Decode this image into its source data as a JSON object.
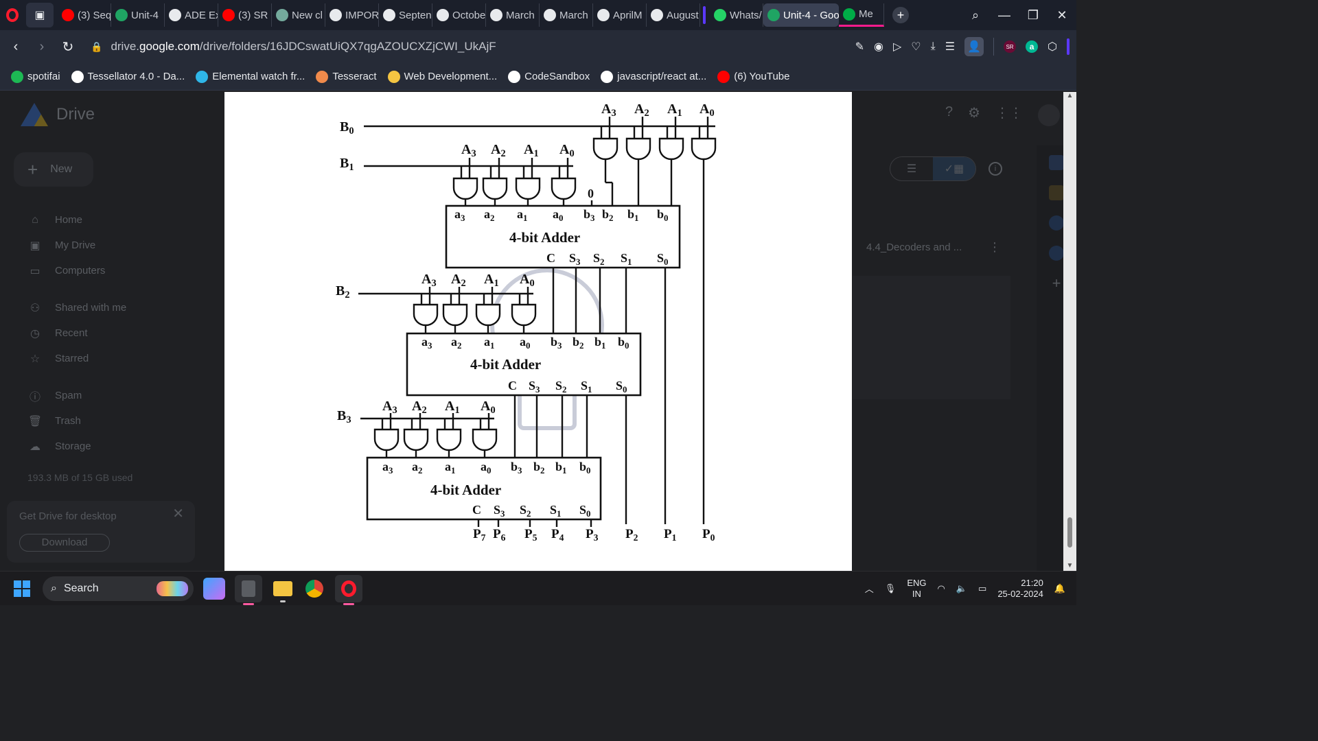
{
  "browser": {
    "tabs": [
      {
        "label": "(3) Seq",
        "icon": "youtube-icon",
        "color": "#ff0000"
      },
      {
        "label": "Unit-4",
        "icon": "drive-icon",
        "color": "#1fa463"
      },
      {
        "label": "ADE Ex",
        "icon": "openai-icon",
        "color": "#e8eaed"
      },
      {
        "label": "(3) SR",
        "icon": "youtube-icon",
        "color": "#ff0000"
      },
      {
        "label": "New cl",
        "icon": "chatgpt-icon",
        "color": "#74aa9c"
      },
      {
        "label": "IMPOR",
        "icon": "openai-icon",
        "color": "#e8eaed"
      },
      {
        "label": "Septen",
        "icon": "openai-icon",
        "color": "#e8eaed"
      },
      {
        "label": "Octobe",
        "icon": "openai-icon",
        "color": "#e8eaed"
      },
      {
        "label": "March",
        "icon": "openai-icon",
        "color": "#e8eaed"
      },
      {
        "label": "March",
        "icon": "openai-icon",
        "color": "#e8eaed"
      },
      {
        "label": "AprilM",
        "icon": "openai-icon",
        "color": "#e8eaed"
      },
      {
        "label": "August",
        "icon": "openai-icon",
        "color": "#e8eaed"
      },
      {
        "label": "Whats/",
        "icon": "whatsapp-icon",
        "color": "#25d366"
      },
      {
        "label": "Unit-4 - Goo",
        "icon": "drive-icon",
        "color": "#1fa463"
      },
      {
        "label": "Me",
        "icon": "meet-icon",
        "color": "#00ac47"
      }
    ],
    "url_prefix": "drive.",
    "url_domain": "google.com",
    "url_path": "/drive/folders/16JDCswatUiQX7qgAZOUCXZjCWI_UkAjF",
    "bookmarks": [
      {
        "label": "spotifai",
        "icon": "spotify-icon",
        "color": "#1db954"
      },
      {
        "label": "Tessellator 4.0 - Da...",
        "icon": "tessellator-icon",
        "color": "#ffffff"
      },
      {
        "label": "Elemental watch fr...",
        "icon": "elemental-icon",
        "color": "#2fb6e8"
      },
      {
        "label": "Tesseract",
        "icon": "tesseract-icon",
        "color": "#f08a4b"
      },
      {
        "label": "Web Development...",
        "icon": "webdev-icon",
        "color": "#f4c542"
      },
      {
        "label": "CodeSandbox",
        "icon": "codesandbox-icon",
        "color": "#ffffff"
      },
      {
        "label": "javascript/react at...",
        "icon": "github-icon",
        "color": "#ffffff"
      },
      {
        "label": "(6) YouTube",
        "icon": "youtube-icon",
        "color": "#ff0000"
      }
    ]
  },
  "drive": {
    "brand": "Drive",
    "new_label": "New",
    "nav": [
      {
        "label": "Home",
        "icon": "home-icon"
      },
      {
        "label": "My Drive",
        "icon": "my-drive-icon"
      },
      {
        "label": "Computers",
        "icon": "computers-icon"
      },
      {
        "label": "Shared with me",
        "icon": "shared-icon"
      },
      {
        "label": "Recent",
        "icon": "recent-icon"
      },
      {
        "label": "Starred",
        "icon": "star-icon"
      },
      {
        "label": "Spam",
        "icon": "spam-icon"
      },
      {
        "label": "Trash",
        "icon": "trash-icon"
      },
      {
        "label": "Storage",
        "icon": "cloud-icon"
      }
    ],
    "storage_text": "193.3 MB of 15 GB used",
    "promo_title": "Get Drive for desktop",
    "promo_button": "Download",
    "file_name": "4.4_Decoders and ..."
  },
  "diagram": {
    "inputs_B": [
      "B",
      "B",
      "B",
      "B"
    ],
    "inputs_B_sub": [
      "0",
      "1",
      "2",
      "3"
    ],
    "adder_label": "4-bit Adder",
    "zero_input": "0",
    "outputs": [
      "P7",
      "P6",
      "P5",
      "P4",
      "P3",
      "P2",
      "P1",
      "P0"
    ]
  },
  "taskbar": {
    "search_label": "Search",
    "lang_top": "ENG",
    "lang_bottom": "IN",
    "time": "21:20",
    "date": "25-02-2024"
  },
  "colors": {
    "accent_purple": "#5b38ff",
    "opera_red": "#ff1b2d"
  }
}
